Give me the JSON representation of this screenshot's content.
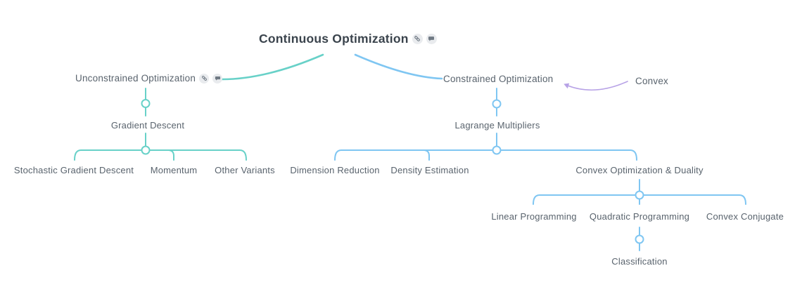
{
  "colors": {
    "background": "#ffffff",
    "branch_teal": "#68d1c8",
    "branch_blue": "#7fc6f2",
    "annotation_purple": "#b7a2e6",
    "root_text": "#3b444d",
    "node_text": "#59636d",
    "icon_badge_bg": "#e9ebee",
    "icon_glyph": "#6f7983"
  },
  "nodes": {
    "root": {
      "label": "Continuous Optimization"
    },
    "unconstrained": {
      "label": "Unconstrained Optimization"
    },
    "constrained": {
      "label": "Constrained Optimization"
    },
    "gradient_descent": {
      "label": "Gradient Descent"
    },
    "stochastic_gd": {
      "label": "Stochastic Gradient Descent"
    },
    "momentum": {
      "label": "Momentum"
    },
    "other_variants": {
      "label": "Other Variants"
    },
    "lagrange": {
      "label": "Lagrange Multipliers"
    },
    "dimension_reduction": {
      "label": "Dimension Reduction"
    },
    "density_estimation": {
      "label": "Density Estimation"
    },
    "convex_opt_duality": {
      "label": "Convex Optimization & Duality"
    },
    "linear_programming": {
      "label": "Linear Programming"
    },
    "quadratic_programming": {
      "label": "Quadratic Programming"
    },
    "convex_conjugate": {
      "label": "Convex Conjugate"
    },
    "classification": {
      "label": "Classification"
    },
    "convex_annotation": {
      "label": "Convex"
    }
  }
}
